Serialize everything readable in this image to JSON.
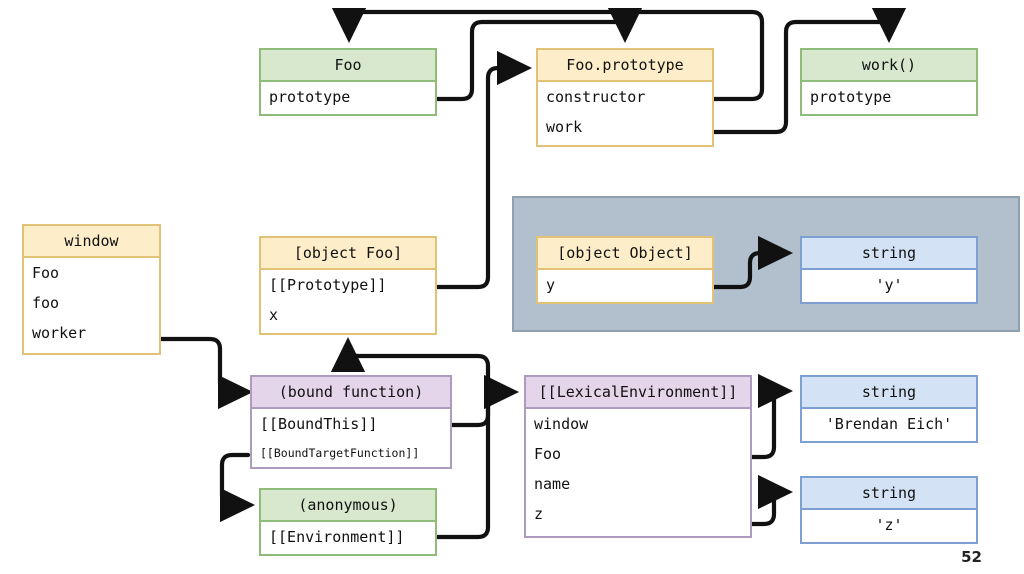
{
  "diagram": {
    "page_number": "52",
    "colors": {
      "green_fill": "#d7e8cf",
      "green_border": "#8fbd79",
      "yellow_fill": "#fdeec9",
      "yellow_border": "#e2c276",
      "purple_fill": "#e5d5ea",
      "purple_border": "#b09bc0",
      "blue_fill": "#d4e2f5",
      "blue_border": "#7d9fd1",
      "panel_fill": "#b2c0cd",
      "panel_border": "#8fa0b0",
      "arrow": "#111111",
      "background": "#ffffff"
    },
    "nodes": {
      "foo": {
        "title": "Foo",
        "rows": [
          "prototype"
        ]
      },
      "foo_prototype": {
        "title": "Foo.prototype",
        "rows": [
          "constructor",
          "work"
        ]
      },
      "work_fn": {
        "title": "work()",
        "rows": [
          "prototype"
        ]
      },
      "window": {
        "title": "window",
        "rows": [
          "Foo",
          "foo",
          "worker"
        ]
      },
      "object_foo": {
        "title": "[object Foo]",
        "rows": [
          "[[Prototype]]",
          "x"
        ]
      },
      "object_object": {
        "title": "[object Object]",
        "rows": [
          "y"
        ]
      },
      "string_y": {
        "title": "string",
        "rows": [
          "'y'"
        ]
      },
      "bound_function": {
        "title": "(bound function)",
        "rows": [
          "[[BoundThis]]",
          "[[BoundTargetFunction]]"
        ]
      },
      "anonymous": {
        "title": "(anonymous)",
        "rows": [
          "[[Environment]]"
        ]
      },
      "lexical_environment": {
        "title": "[[LexicalEnvironment]]",
        "rows": [
          "window",
          "Foo",
          "name",
          "z"
        ]
      },
      "string_brendan": {
        "title": "string",
        "rows": [
          "'Brendan Eich'"
        ]
      },
      "string_z": {
        "title": "string",
        "rows": [
          "'z'"
        ]
      }
    }
  }
}
